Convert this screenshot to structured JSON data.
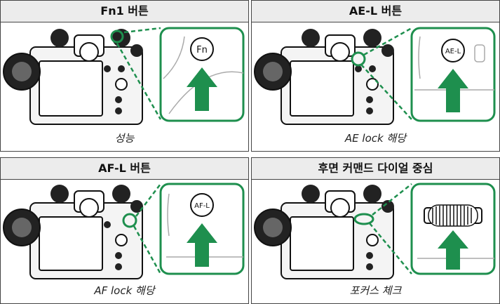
{
  "panels": [
    {
      "title": "Fn1 버튼",
      "button_label": "Fn",
      "caption": "성능"
    },
    {
      "title": "AE-L 버튼",
      "button_label": "AE-L",
      "caption": "AE lock 해당"
    },
    {
      "title": "AF-L 버튼",
      "button_label": "AF-L",
      "caption": "AF lock 해당"
    },
    {
      "title": "후면 커맨드 다이얼 중심",
      "button_label": "",
      "caption": "포커스 체크"
    }
  ],
  "colors": {
    "accent": "#1e8f4e",
    "panel_border": "#444444",
    "title_bg": "#ececec"
  },
  "icons": [
    "camera-illustration",
    "press-arrow-icon",
    "command-dial-icon"
  ]
}
